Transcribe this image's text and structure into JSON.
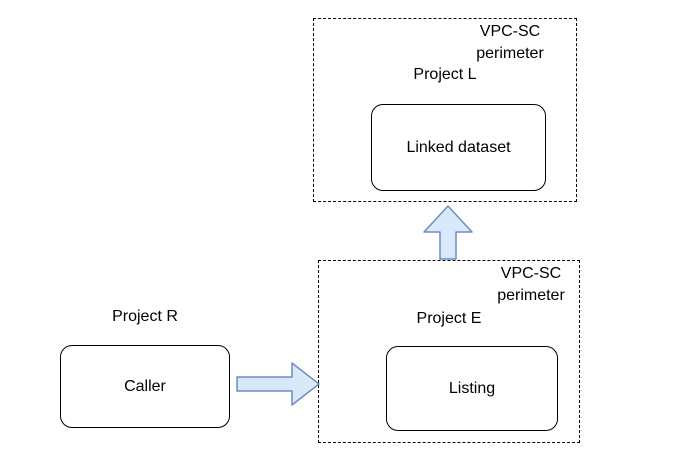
{
  "diagram": {
    "perimeter_top": {
      "label_line1": "VPC-SC",
      "label_line2": "perimeter",
      "project": "Project L",
      "node": "Linked dataset"
    },
    "perimeter_bottom": {
      "label_line1": "VPC-SC",
      "label_line2": "perimeter",
      "project": "Project E",
      "node": "Listing"
    },
    "caller_group": {
      "project": "Project R",
      "node": "Caller"
    },
    "arrows": {
      "caller_to_listing": "block-arrow-right",
      "listing_to_linked_dataset": "block-arrow-up"
    },
    "colors": {
      "arrow_fill": "#dae8fc",
      "arrow_stroke": "#6c8ebf",
      "node_border": "#000000",
      "perimeter_border": "#000000",
      "text": "#000000",
      "background": "#ffffff"
    }
  }
}
